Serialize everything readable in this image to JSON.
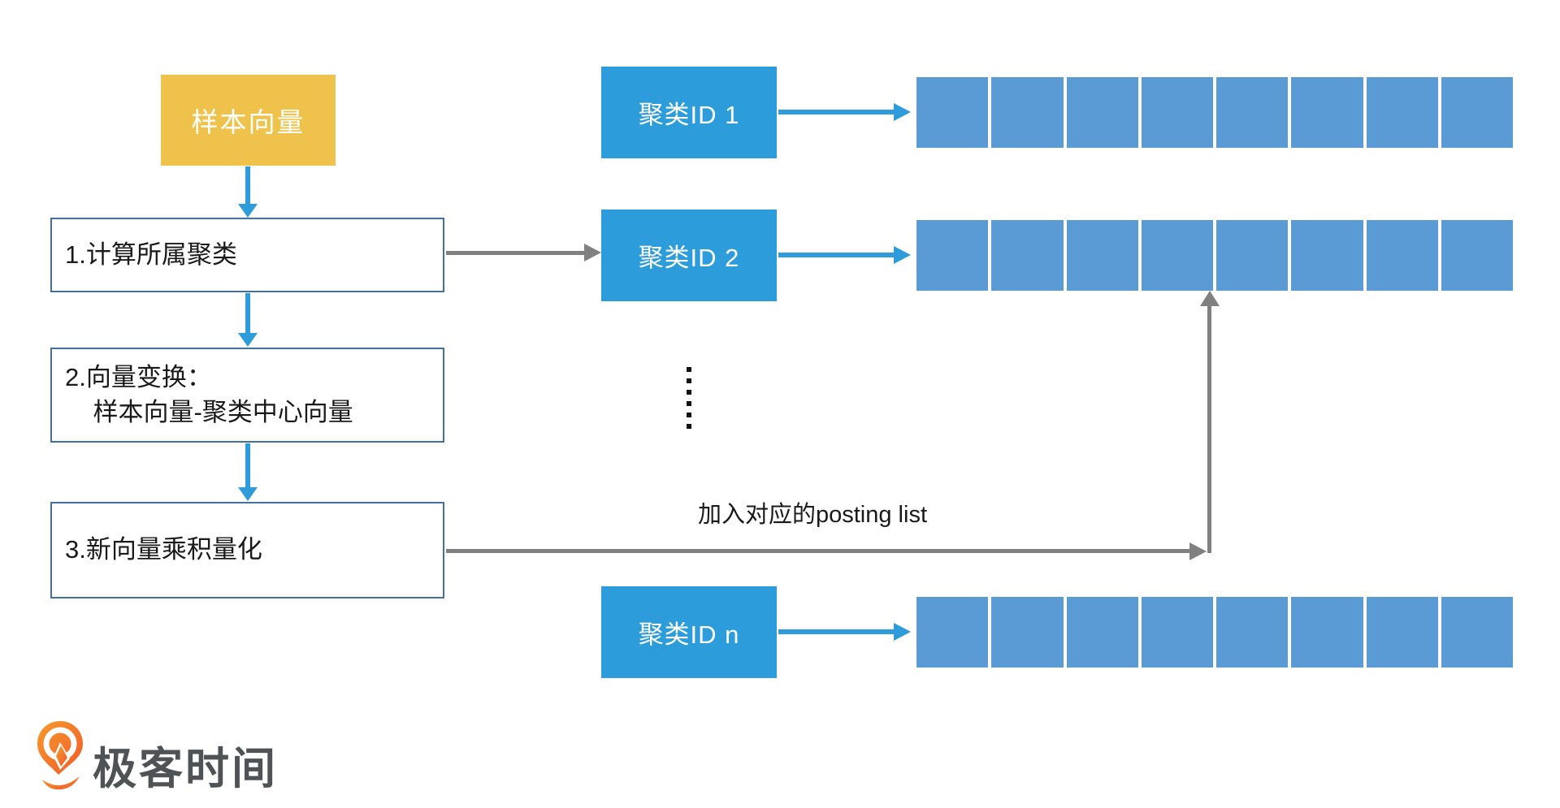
{
  "palette": {
    "source_yellow": "#EFC34B",
    "cluster_blue": "#2D9CDB",
    "cell_blue": "#5B9BD5",
    "arrow_blue": "#2E9BDB",
    "connector_gray": "#808080",
    "box_border_blue": "#41719C",
    "logo_orange": "#F46F22",
    "logo_text_gray": "#4F5356"
  },
  "flow": {
    "source_label": "样本向量",
    "steps": [
      {
        "label": "1.计算所属聚类"
      },
      {
        "label": "2.向量变换：\n    样本向量-聚类中心向量"
      },
      {
        "label": "3.新向量乘积量化"
      }
    ]
  },
  "clusters": [
    {
      "label": "聚类ID 1",
      "cells": 8
    },
    {
      "label": "聚类ID 2",
      "cells": 8
    },
    {
      "label": "聚类ID n",
      "cells": 8
    }
  ],
  "annotations": {
    "posting_label": "加入对应的posting list",
    "ellipsis_dots": 6
  },
  "logo": {
    "text": "极客时间"
  }
}
